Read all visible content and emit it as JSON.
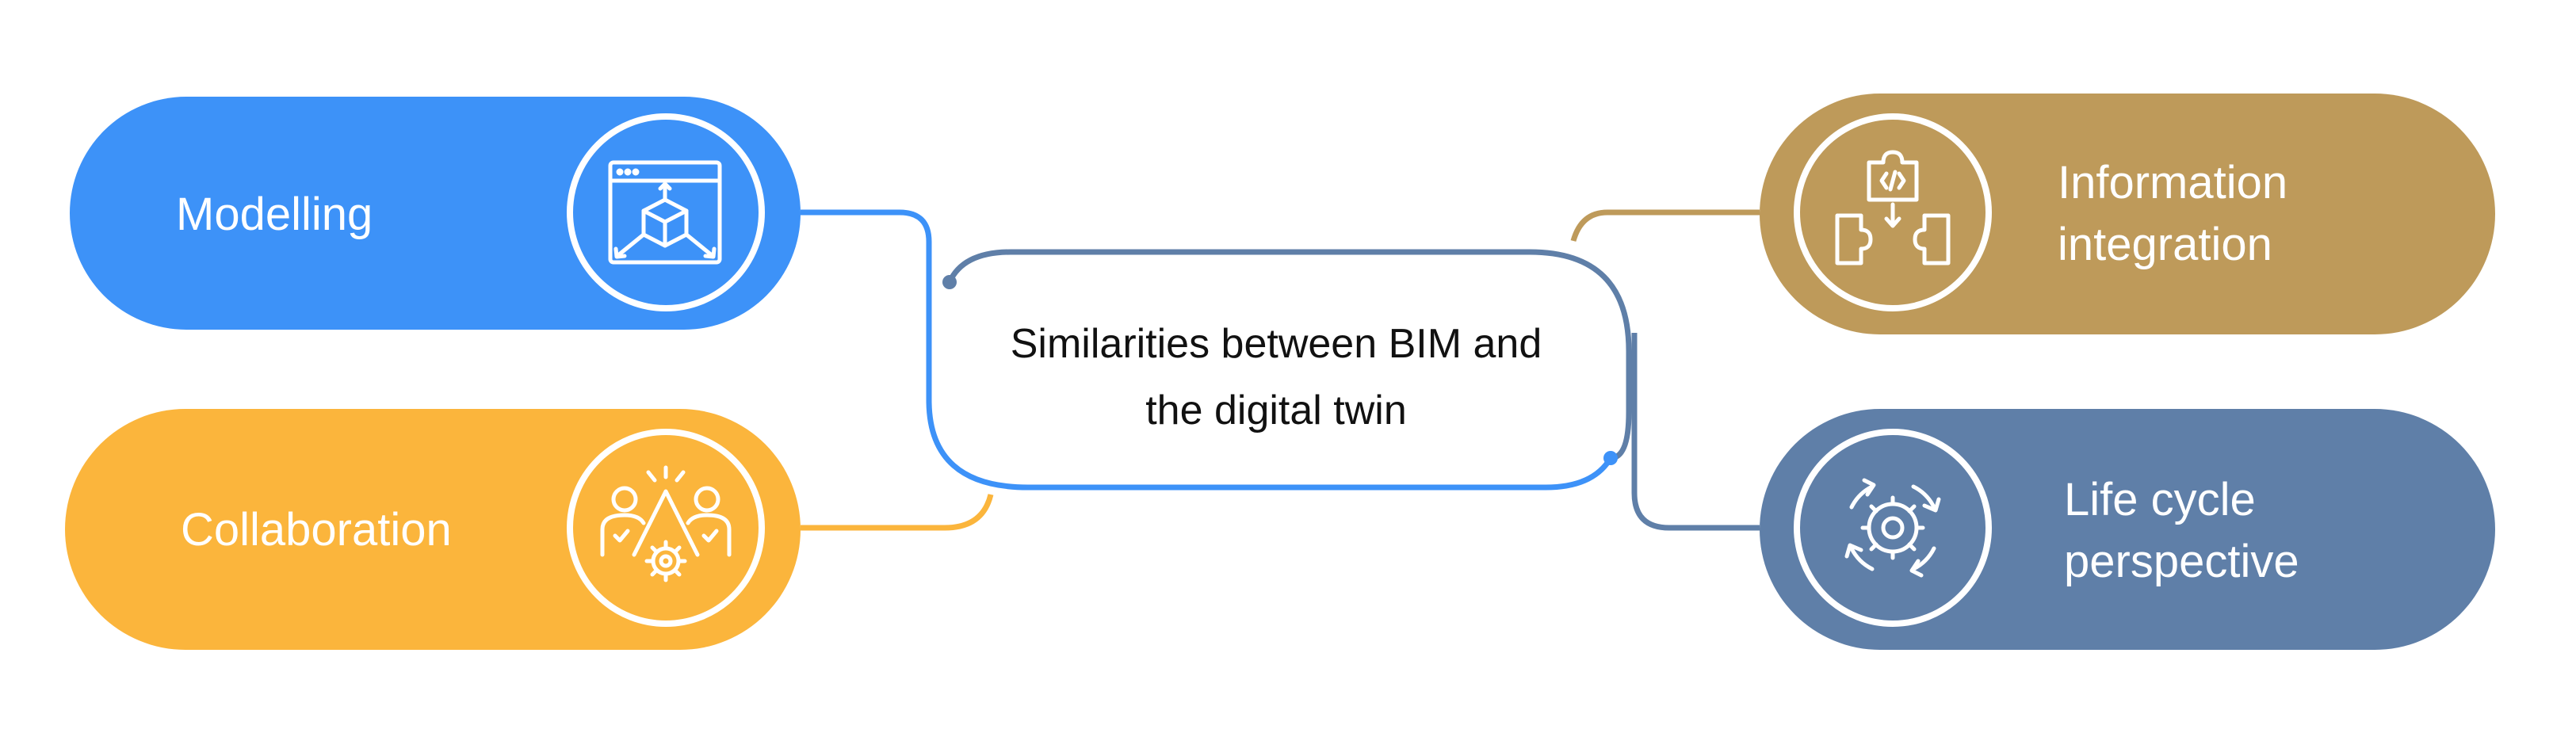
{
  "center": {
    "line1": "Similarities between BIM and",
    "line2": "the digital twin"
  },
  "items": [
    {
      "id": "modelling",
      "lines": [
        "Modelling"
      ],
      "color": "#3D92F8",
      "icon": "3d-cube-icon"
    },
    {
      "id": "collaboration",
      "lines": [
        "Collaboration"
      ],
      "color": "#FBB53C",
      "icon": "teamwork-gear-icon"
    },
    {
      "id": "information-integration",
      "lines": [
        "Information",
        "integration"
      ],
      "color": "#BE9A5A",
      "icon": "puzzle-integration-icon"
    },
    {
      "id": "life-cycle-perspective",
      "lines": [
        "Life cycle",
        "perspective"
      ],
      "color": "#5F7FA8",
      "icon": "cycle-gear-icon"
    }
  ],
  "colors": {
    "center_border": "#5F7FA8",
    "center_border_accent": "#3D92F8"
  }
}
